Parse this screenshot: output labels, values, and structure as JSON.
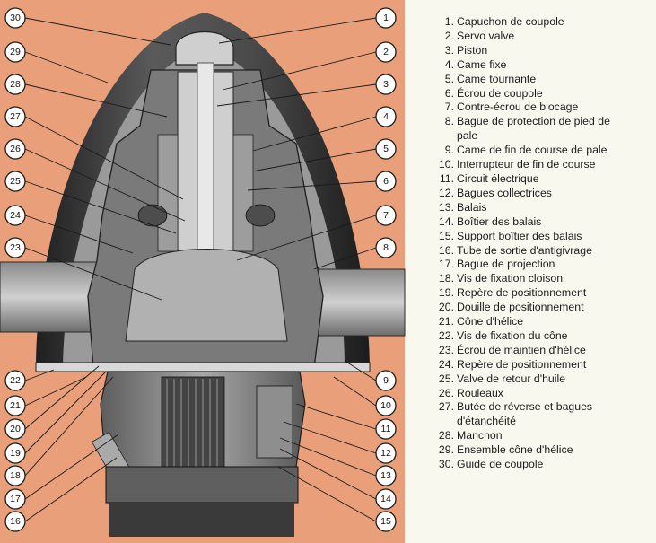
{
  "colors": {
    "background": "#f8f8ee",
    "panel": "#e9a07a",
    "metal_dark": "#2f2f2f",
    "metal_mid": "#6f6f6f",
    "metal_light": "#b9b9b9"
  },
  "legend": [
    {
      "num": "1.",
      "label": "Capuchon de coupole"
    },
    {
      "num": "2.",
      "label": "Servo valve"
    },
    {
      "num": "3.",
      "label": "Piston"
    },
    {
      "num": "4.",
      "label": "Came fixe"
    },
    {
      "num": "5.",
      "label": "Came tournante"
    },
    {
      "num": "6.",
      "label": "Écrou de coupole"
    },
    {
      "num": "7.",
      "label": "Contre-écrou de blocage"
    },
    {
      "num": "8.",
      "label": "Bague de protection de pied de pale"
    },
    {
      "num": "9.",
      "label": "Came de fin de course de pale"
    },
    {
      "num": "10.",
      "label": "Interrupteur de fin de course"
    },
    {
      "num": "11.",
      "label": "Circuit électrique"
    },
    {
      "num": "12.",
      "label": "Bagues collectrices"
    },
    {
      "num": "13.",
      "label": "Balais"
    },
    {
      "num": "14.",
      "label": "Boîtier des balais"
    },
    {
      "num": "15.",
      "label": "Support boîtier des balais"
    },
    {
      "num": "16.",
      "label": "Tube de sortie d'antigivrage"
    },
    {
      "num": "17.",
      "label": "Bague de projection"
    },
    {
      "num": "18.",
      "label": "Vis de fixation cloison"
    },
    {
      "num": "19.",
      "label": "Repère de positionnement"
    },
    {
      "num": "20.",
      "label": "Douille de positionnement"
    },
    {
      "num": "21.",
      "label": "Cône d'hélice"
    },
    {
      "num": "22.",
      "label": "Vis de fixation du cône"
    },
    {
      "num": "23.",
      "label": "Écrou de maintien d'hélice"
    },
    {
      "num": "24.",
      "label": "Repère de positionnement"
    },
    {
      "num": "25.",
      "label": "Valve de retour d'huile"
    },
    {
      "num": "26.",
      "label": "Rouleaux"
    },
    {
      "num": "27.",
      "label": "Butée de réverse et bagues d'étanchéité"
    },
    {
      "num": "28.",
      "label": "Manchon"
    },
    {
      "num": "29.",
      "label": "Ensemble cône d'hélice"
    },
    {
      "num": "30.",
      "label": "Guide de coupole"
    }
  ],
  "callouts": {
    "right": [
      "1",
      "2",
      "3",
      "4",
      "5",
      "6",
      "7",
      "8",
      "9",
      "10",
      "11",
      "12",
      "13",
      "14",
      "15"
    ],
    "left": [
      "30",
      "29",
      "28",
      "27",
      "26",
      "25",
      "24",
      "23",
      "22",
      "21",
      "20",
      "19",
      "18",
      "17",
      "16"
    ]
  }
}
